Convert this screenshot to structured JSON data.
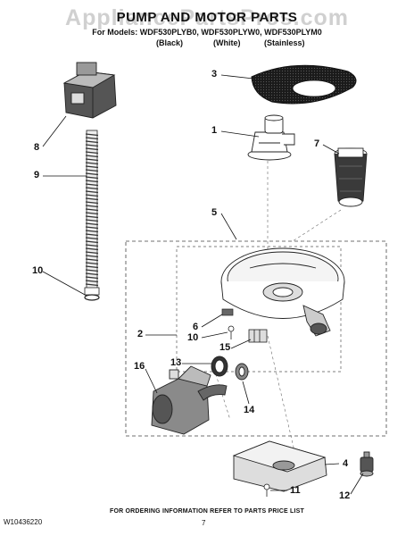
{
  "watermark": "AppliancePartsPros.com",
  "title": "PUMP AND MOTOR PARTS",
  "models_line": "For Models: WDF530PLYB0, WDF530PLYW0, WDF530PLYM0",
  "variants": [
    "(Black)",
    "(White)",
    "(Stainless)"
  ],
  "callouts": [
    "1",
    "2",
    "3",
    "4",
    "5",
    "6",
    "7",
    "8",
    "9",
    "10",
    "10",
    "11",
    "12",
    "13",
    "14",
    "15",
    "16"
  ],
  "footer": "FOR ORDERING INFORMATION REFER TO PARTS PRICE LIST",
  "doc_code": "W10436220",
  "page_number": "7"
}
